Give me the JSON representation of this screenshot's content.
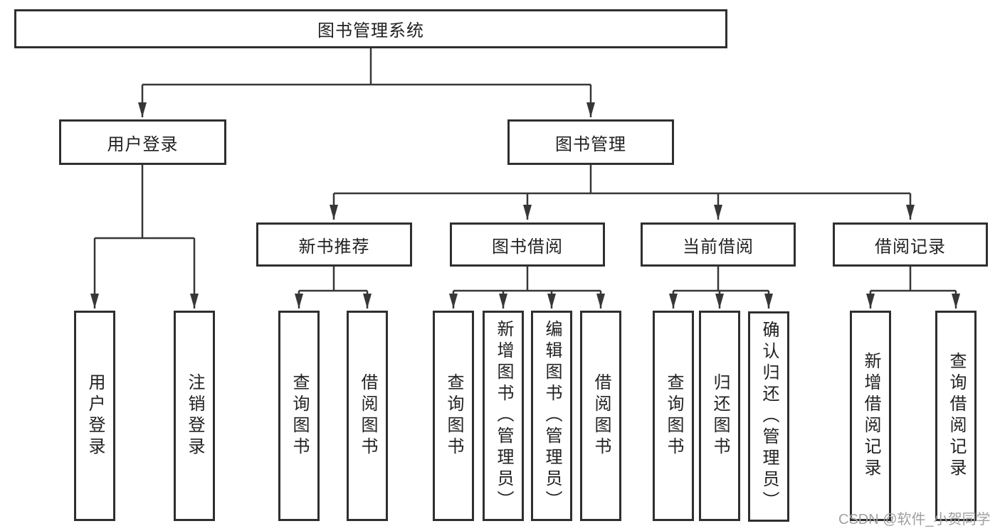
{
  "diagram": {
    "root": {
      "label": "图书管理系统"
    },
    "level2": [
      {
        "label": "用户登录"
      },
      {
        "label": "图书管理"
      }
    ],
    "level3": [
      {
        "label": "新书推荐"
      },
      {
        "label": "图书借阅"
      },
      {
        "label": "当前借阅"
      },
      {
        "label": "借阅记录"
      }
    ],
    "leaves": {
      "user_login": [
        {
          "label": "用户登录"
        },
        {
          "label": "注销登录"
        }
      ],
      "new_book_recommend": [
        {
          "label": "查询图书"
        },
        {
          "label": "借阅图书"
        }
      ],
      "book_borrow": [
        {
          "label": "查询图书"
        },
        {
          "label": "新增图书（管理员）"
        },
        {
          "label": "编辑图书（管理员）"
        },
        {
          "label": "借阅图书"
        }
      ],
      "current_borrow": [
        {
          "label": "查询图书"
        },
        {
          "label": "归还图书"
        },
        {
          "label": "确认归还（管理员）"
        }
      ],
      "borrow_record": [
        {
          "label": "新增借阅记录"
        },
        {
          "label": "查询借阅记录"
        }
      ]
    }
  },
  "watermark": "CSDN @软件_小贺同学",
  "colors": {
    "line": "#373737",
    "box_border": "#2f2f2f",
    "text": "#222222",
    "background": "#ffffff",
    "watermark": "#a0a0a4"
  }
}
